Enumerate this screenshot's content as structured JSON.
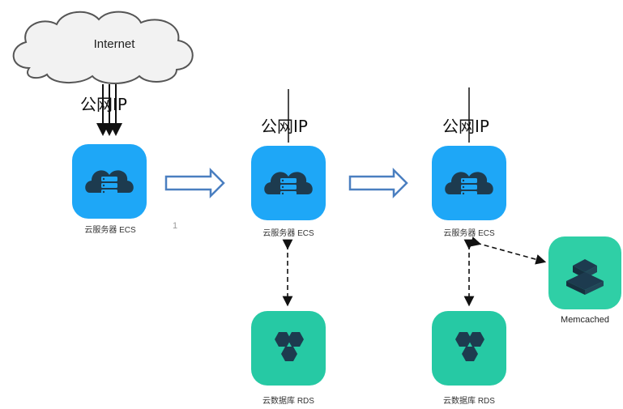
{
  "internet": {
    "label": "Internet"
  },
  "public_ip": {
    "label": "公网IP"
  },
  "stages": [
    {
      "ecs_caption": "云服务器 ECS"
    },
    {
      "ecs_caption": "云服务器 ECS",
      "rds_caption": "云数据库 RDS"
    },
    {
      "ecs_caption": "云服务器 ECS",
      "rds_caption": "云数据库 RDS",
      "memcached_caption": "Memcached"
    }
  ],
  "stray_mark": "1",
  "colors": {
    "ecs": "#1ea7f7",
    "rds": "#26c9a4",
    "memcached": "#2fcfa6",
    "arrow": "#4a7fc0",
    "icon_dark": "#1d3b4f"
  },
  "icons": {
    "ecs": "cloud-server-icon",
    "rds": "database-hexagons-icon",
    "memcached": "stacked-blocks-icon",
    "cursor": "mouse-cursor-icon"
  }
}
